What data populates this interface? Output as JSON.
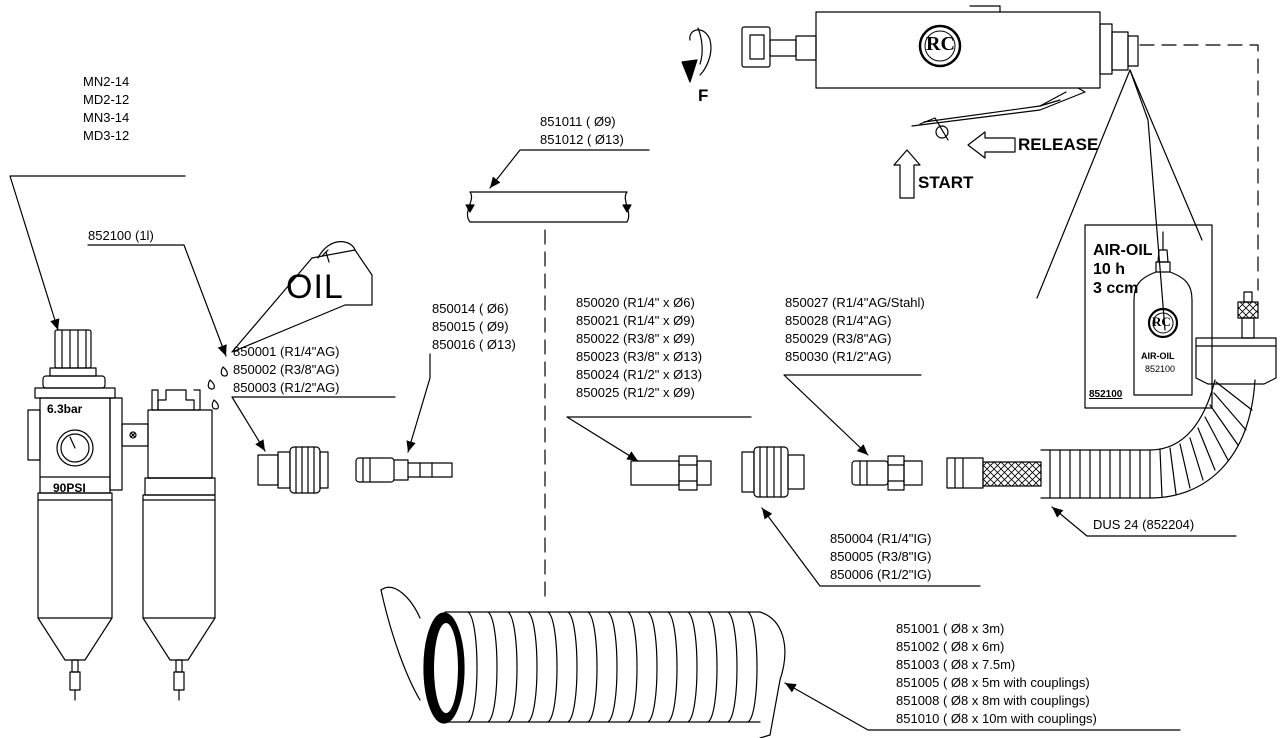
{
  "regulator_models": [
    "MN2-14",
    "MD2-12",
    "MN3-14",
    "MD3-12"
  ],
  "oil_can": {
    "part": "852100 (1l)",
    "word": "OIL"
  },
  "gauge": {
    "pressure_bar": "6.3bar",
    "pressure_psi": "90PSI"
  },
  "couplings_ag": [
    "850001 (R1/4\"AG)",
    "850002 (R3/8\"AG)",
    "850003 (R1/2\"AG)"
  ],
  "nipples_hose": [
    "850014 ( Ø6)",
    "850015 ( Ø9)",
    "850016 ( Ø13)"
  ],
  "hose_straight": [
    "851011 ( Ø9)",
    "851012 ( Ø13)"
  ],
  "hose_nipples": [
    "850020 (R1/4\" x  Ø6)",
    "850021 (R1/4\" x  Ø9)",
    "850022 (R3/8\" x  Ø9)",
    "850023 (R3/8\" x  Ø13)",
    "850024 (R1/2\" x  Ø13)",
    "850025 (R1/2\" x  Ø9)"
  ],
  "plug_nipples": [
    "850027 (R1/4\"AG/Stahl)",
    "850028 (R1/4\"AG)",
    "850029 (R3/8\"AG)",
    "850030 (R1/2\"AG)"
  ],
  "couplings_ig": [
    "850004 (R1/4\"IG)",
    "850005 (R3/8\"IG)",
    "850006 (R1/2\"IG)"
  ],
  "spiral_hoses": [
    "851001 ( Ø8 x 3m)",
    "851002 ( Ø8 x 6m)",
    "851003 ( Ø8 x 7.5m)",
    "851005 ( Ø8 x 5m with couplings)",
    "851008 ( Ø8 x 8m with couplings)",
    "851010 ( Ø8 x 10m with couplings)"
  ],
  "swivel": "DUS 24 (852204)",
  "tool": {
    "direction": "F",
    "release": "RELEASE",
    "start": "START",
    "logo": "RC"
  },
  "air_oil_box": {
    "line1": "AIR-OIL",
    "line2": "10 h",
    "line3": "3 ccm",
    "bottle_label": "AIR-OIL",
    "bottle_part": "852100",
    "part": "852100"
  }
}
